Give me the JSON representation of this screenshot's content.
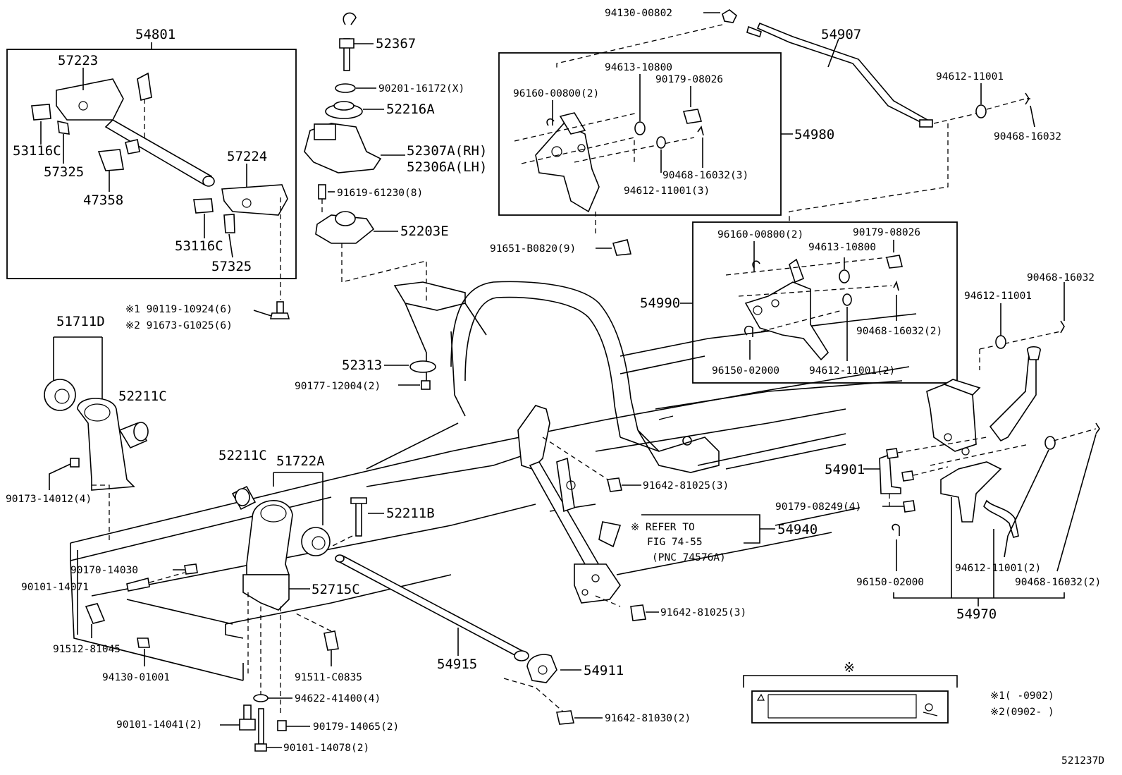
{
  "labels": {
    "l54801": "54801",
    "l57223": "57223",
    "l53116c_a": "53116C",
    "l57325_a": "57325",
    "l47358": "47358",
    "l57224": "57224",
    "l53116c_b": "53116C",
    "l57325_b": "57325",
    "l90119": "※1 90119-10924(6)",
    "l91673": "※2 91673-G1025(6)",
    "l52367": "52367",
    "l90201": "90201-16172(X)",
    "l52216a": "52216A",
    "l52307a": "52307A(RH)",
    "l52306a": "52306A(LH)",
    "l91619": "91619-61230(8)",
    "l52203e": "52203E",
    "l52313": "52313",
    "l90177": "90177-12004(2)",
    "l51711d": "51711D",
    "l52211c_a": "52211C",
    "l90173": "90173-14012(4)",
    "l52211c_b": "52211C",
    "l51722a": "51722A",
    "l52211b": "52211B",
    "l90170": "90170-14030",
    "l90101_14071": "90101-14071",
    "l52715c": "52715C",
    "l91512": "91512-81045",
    "l94130_01001": "94130-01001",
    "l91511": "91511-C0835",
    "l94622": "94622-41400(4)",
    "l90101_14041": "90101-14041(2)",
    "l90179_14065": "90179-14065(2)",
    "l90101_14078": "90101-14078(2)",
    "l54915": "54915",
    "l54911": "54911",
    "l91642_81030": "91642-81030(2)",
    "l94130_00802": "94130-00802",
    "l54907": "54907",
    "l94613_a": "94613-10800",
    "l90179_08026_a": "90179-08026",
    "l96160_a": "96160-00800(2)",
    "l54980": "54980",
    "l90468_3": "90468-16032(3)",
    "l94612_3": "94612-11001(3)",
    "l91651": "91651-B0820(9)",
    "l94612_top": "94612-11001",
    "l90468_top": "90468-16032",
    "l96160_b": "96160-00800(2)",
    "l90179_08026_b": "90179-08026",
    "l94613_b": "94613-10800",
    "l54990": "54990",
    "l90468_2a": "90468-16032(2)",
    "l96150_a": "96150-02000",
    "l94612_2a": "94612-11001(2)",
    "l90468_right": "90468-16032",
    "l94612_right": "94612-11001",
    "l91642_81025_a": "91642-81025(3)",
    "l54901": "54901",
    "l90179_08249": "90179-08249(4)",
    "l refer1": "※ REFER TO",
    "l_refer2": "FIG 74-55",
    "l_refer3": "(PNC 74576A)",
    "l54940": "54940",
    "l91642_81025_b": "91642-81025(3)",
    "l96150_b": "96150-02000",
    "l94612_2b": "94612-11001(2)",
    "l90468_2b": "90468-16032(2)",
    "l54970": "54970",
    "legend_mark": "※",
    "note1": "※1(     -0902)",
    "note2": "※2(0902-     )",
    "drawing_no": "521237D"
  }
}
